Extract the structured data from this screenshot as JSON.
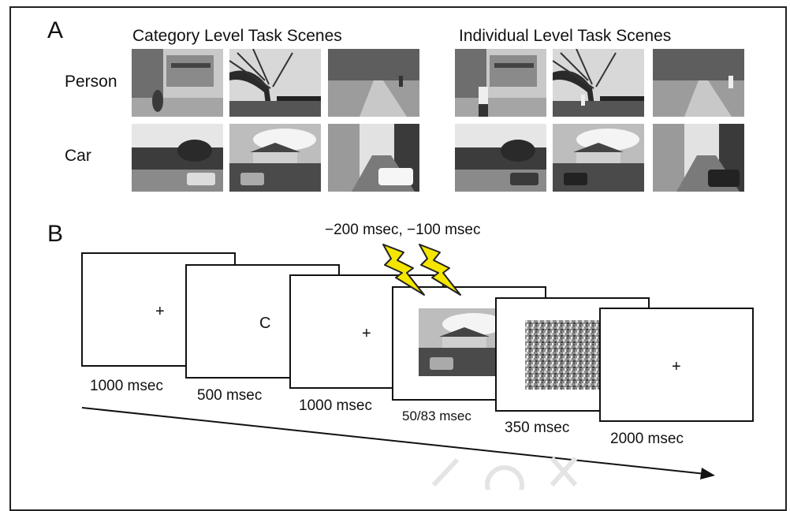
{
  "panel_a": {
    "letter": "A",
    "heading_category": "Category Level Task Scenes",
    "heading_individual": "Individual Level Task Scenes",
    "rows": [
      {
        "label": "Person",
        "icon": "person-scene-photo"
      },
      {
        "label": "Car",
        "icon": "car-scene-photo"
      }
    ]
  },
  "panel_b": {
    "letter": "B",
    "soa_label": "−200 msec, −100 msec",
    "screens": [
      {
        "symbol": "+",
        "duration": "1000 msec"
      },
      {
        "symbol": "C",
        "duration": "500 msec"
      },
      {
        "symbol": "+",
        "duration": "1000 msec"
      },
      {
        "symbol": "",
        "duration": "50/83 msec"
      },
      {
        "symbol": "",
        "duration": "350 msec"
      },
      {
        "symbol": "+",
        "duration": "2000 msec"
      }
    ],
    "bolt_icon": "lightning-bolt-icon",
    "bolt_color": "#f5e600"
  }
}
